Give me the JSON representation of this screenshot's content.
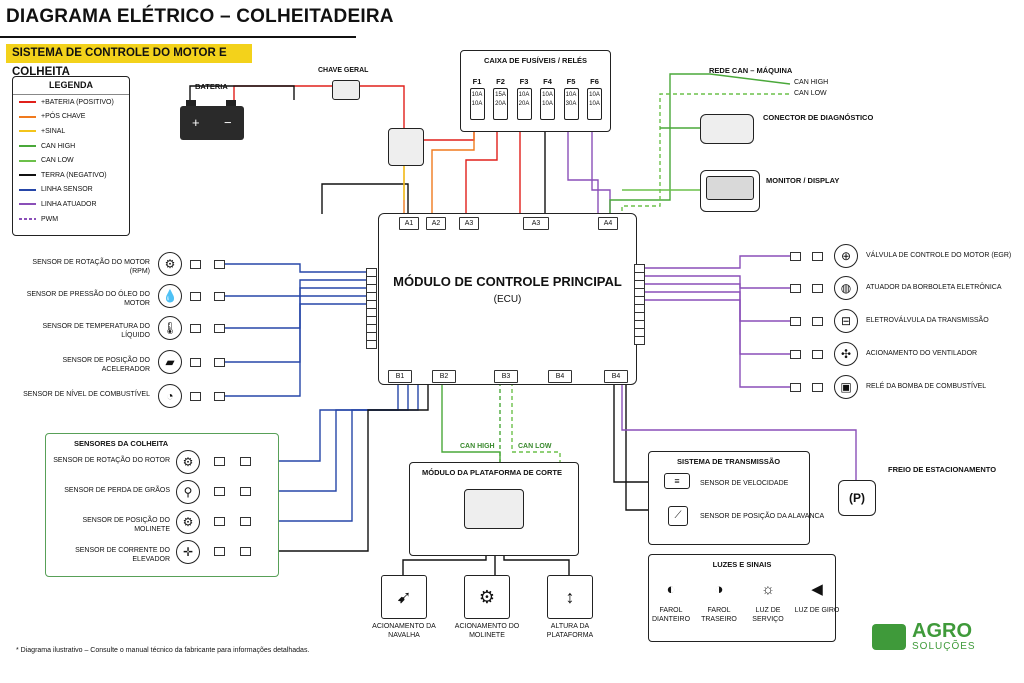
{
  "title": "DIAGRAMA ELÉTRICO – COLHEITADEIRA",
  "banner": "SISTEMA DE CONTROLE DO MOTOR E COLHEITA",
  "colors": {
    "battery": "#e0201b",
    "after_key": "#f07a1e",
    "signal": "#f3c41b",
    "can_high": "#4aa83a",
    "can_low": "#6cc04a",
    "ground": "#111111",
    "sensor": "#2646a8",
    "actuator": "#8a4fb8",
    "pwm": "#8a4fb8",
    "banner": "#f3d21b"
  },
  "legend": {
    "title": "LEGENDA",
    "items": [
      {
        "label": "+BATERIA (POSITIVO)",
        "color": "#e0201b",
        "dashed": false
      },
      {
        "label": "+PÓS CHAVE",
        "color": "#f07a1e",
        "dashed": false
      },
      {
        "label": "+SINAL",
        "color": "#f3c41b",
        "dashed": false
      },
      {
        "label": "CAN HIGH",
        "color": "#4aa83a",
        "dashed": false
      },
      {
        "label": "CAN LOW",
        "color": "#6cc04a",
        "dashed": false
      },
      {
        "label": "TERRA (NEGATIVO)",
        "color": "#111111",
        "dashed": false
      },
      {
        "label": "LINHA SENSOR",
        "color": "#2646a8",
        "dashed": false
      },
      {
        "label": "LINHA ATUADOR",
        "color": "#8a4fb8",
        "dashed": false
      },
      {
        "label": "PWM",
        "color": "#8a4fb8",
        "dashed": true
      }
    ]
  },
  "power": {
    "battery": "BATERIA",
    "main_switch": "CHAVE GERAL",
    "plus": "+",
    "minus": "−"
  },
  "fusebox": {
    "title": "CAIXA DE FUSÍVEIS / RELÉS",
    "fuses": [
      {
        "id": "F1",
        "rating": "10A",
        "rating2": "10A"
      },
      {
        "id": "F2",
        "rating": "15A",
        "rating2": "20A"
      },
      {
        "id": "F3",
        "rating": "10A",
        "rating2": "20A"
      },
      {
        "id": "F4",
        "rating": "10A",
        "rating2": "10A"
      },
      {
        "id": "F5",
        "rating": "10A",
        "rating2": "30A"
      },
      {
        "id": "F6",
        "rating": "10A",
        "rating2": "10A"
      }
    ]
  },
  "network": {
    "can_title": "REDE CAN – MÁQUINA",
    "can_high": "CAN HIGH",
    "can_low": "CAN LOW",
    "diag": "CONECTOR DE DIAGNÓSTICO",
    "monitor": "MONITOR / DISPLAY"
  },
  "ecu": {
    "title": "MÓDULO DE CONTROLE PRINCIPAL",
    "subtitle": "(ECU)",
    "top_pins": [
      "A1",
      "A2",
      "A3",
      "A3",
      "A4"
    ],
    "bottom_pins": [
      "B1",
      "B2",
      "B3",
      "B4",
      "B4"
    ]
  },
  "sensors_left": [
    {
      "label": "SENSOR DE ROTAÇÃO DO MOTOR (RPM)",
      "icon": "gear-icon"
    },
    {
      "label": "SENSOR DE PRESSÃO DO ÓLEO DO MOTOR",
      "icon": "oil-drop-icon"
    },
    {
      "label": "SENSOR DE TEMPERATURA DO LÍQUIDO",
      "icon": "thermometer-icon"
    },
    {
      "label": "SENSOR DE POSIÇÃO DO ACELERADOR",
      "icon": "pedal-icon"
    },
    {
      "label": "SENSOR DE NÍVEL DE COMBUSTÍVEL",
      "icon": "fuel-gauge-icon"
    }
  ],
  "actuators_right": [
    {
      "label": "VÁLVULA DE CONTROLE DO MOTOR (EGR)",
      "icon": "valve-icon"
    },
    {
      "label": "ATUADOR DA BORBOLETA ELETRÔNICA",
      "icon": "throttle-icon"
    },
    {
      "label": "ELETROVÁLVULA DA TRANSMISSÃO",
      "icon": "solenoid-icon"
    },
    {
      "label": "ACIONAMENTO DO VENTILADOR",
      "icon": "fan-icon"
    },
    {
      "label": "RELÉ DA BOMBA DE COMBUSTÍVEL",
      "icon": "relay-icon"
    }
  ],
  "harvest": {
    "title": "SENSORES DA COLHEITA",
    "items": [
      {
        "label": "SENSOR DE ROTAÇÃO DO ROTOR",
        "icon": "gear-icon"
      },
      {
        "label": "SENSOR DE PERDA DE GRÃOS",
        "icon": "grain-sensor-icon"
      },
      {
        "label": "SENSOR DE POSIÇÃO DO MOLINETE",
        "icon": "gear-icon"
      },
      {
        "label": "SENSOR DE CORRENTE DO ELEVADOR",
        "icon": "current-sensor-icon"
      }
    ]
  },
  "platform": {
    "title": "MÓDULO DA PLATAFORMA DE CORTE",
    "can_high": "CAN HIGH",
    "can_low": "CAN LOW",
    "outputs": [
      {
        "label": "ACIONAMENTO DA NAVALHA",
        "icon": "blade-icon"
      },
      {
        "label": "ACIONAMENTO DO MOLINETE",
        "icon": "reel-icon"
      },
      {
        "label": "ALTURA DA PLATAFORMA",
        "icon": "height-icon"
      }
    ]
  },
  "transmission": {
    "title": "SISTEMA DE TRANSMISSÃO",
    "items": [
      {
        "label": "SENSOR DE VELOCIDADE",
        "icon": "speed-sensor-icon"
      },
      {
        "label": "SENSOR DE POSIÇÃO DA ALAVANCA",
        "icon": "lever-icon"
      }
    ]
  },
  "parking": {
    "label": "FREIO DE ESTACIONAMENTO",
    "icon_text": "(P)"
  },
  "lights": {
    "title": "LUZES E SINAIS",
    "items": [
      {
        "label": "FAROL DIANTEIRO",
        "icon": "headlight-icon"
      },
      {
        "label": "FAROL TRASEIRO",
        "icon": "taillight-icon"
      },
      {
        "label": "LUZ DE SERVIÇO",
        "icon": "work-light-icon"
      },
      {
        "label": "LUZ DE GIRO",
        "icon": "beacon-icon"
      }
    ]
  },
  "footnote": "* Diagrama ilustrativo – Consulte o manual técnico da fabricante para informações detalhadas.",
  "brand": {
    "name": "AGRO",
    "sub": "SOLUÇÕES"
  }
}
